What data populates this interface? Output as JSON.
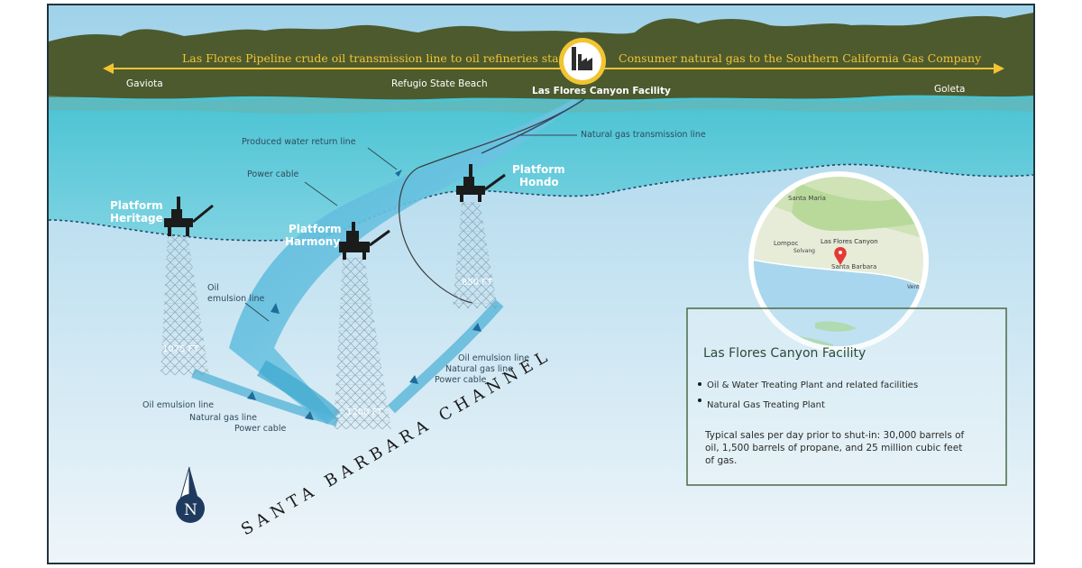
{
  "banner": {
    "left_text": "Las Flores Pipeline crude oil transmission line to oil refineries state-wide",
    "right_text": "Consumer natural gas to the Southern California Gas Company"
  },
  "coast_places": {
    "west": "Gaviota",
    "middle": "Refugio State Beach",
    "facility": "Las Flores Canyon Facility",
    "east": "Goleta"
  },
  "lines": {
    "produced_water": "Produced water return line",
    "gas_transmission": "Natural gas transmission line",
    "power_cable": "Power cable",
    "oil_emulsion_1": "Oil",
    "oil_emulsion_2": "emulsion line"
  },
  "platforms": [
    {
      "name_line1": "Platform",
      "name_line2": "Heritage",
      "depth": "1075 FT"
    },
    {
      "name_line1": "Platform",
      "name_line2": "Harmony",
      "depth": "1200 FT"
    },
    {
      "name_line1": "Platform",
      "name_line2": "Hondo",
      "depth": "850 FT"
    }
  ],
  "seafloor_lines_right": [
    "Oil emulsion line",
    "Natural gas line",
    "Power cable"
  ],
  "seafloor_lines_left": [
    "Oil emulsion line",
    "Natural gas line",
    "Power cable"
  ],
  "channel_label": "SANTA BARBARA CHANNEL",
  "compass": {
    "letter": "N"
  },
  "inset_map": {
    "places": [
      "Santa Maria",
      "Lompoc",
      "Solvang",
      "Las Flores Canyon",
      "Santa Barbara",
      "Vent"
    ]
  },
  "info_box": {
    "title": "Las Flores Canyon Facility",
    "bullets": [
      "Oil & Water Treating Plant and related facilities",
      "Natural Gas Treating Plant"
    ],
    "note_line1": "Typical sales per day prior to shut-in: 30,000 barrels of",
    "note_line2": "oil, 1,500 barrels of propane, and 25 million cubic feet",
    "note_line3": "of gas."
  },
  "colors": {
    "land": "#4d5a2e",
    "banner_text": "#f2c431",
    "shallow_water": "#45c2d3",
    "deep_water_top": "#a9d7ec",
    "deep_water_bottom": "#eef5f9",
    "pipeline": "#3aa7cd",
    "info_border": "#4a6b45",
    "compass": "#1f3a5f"
  }
}
